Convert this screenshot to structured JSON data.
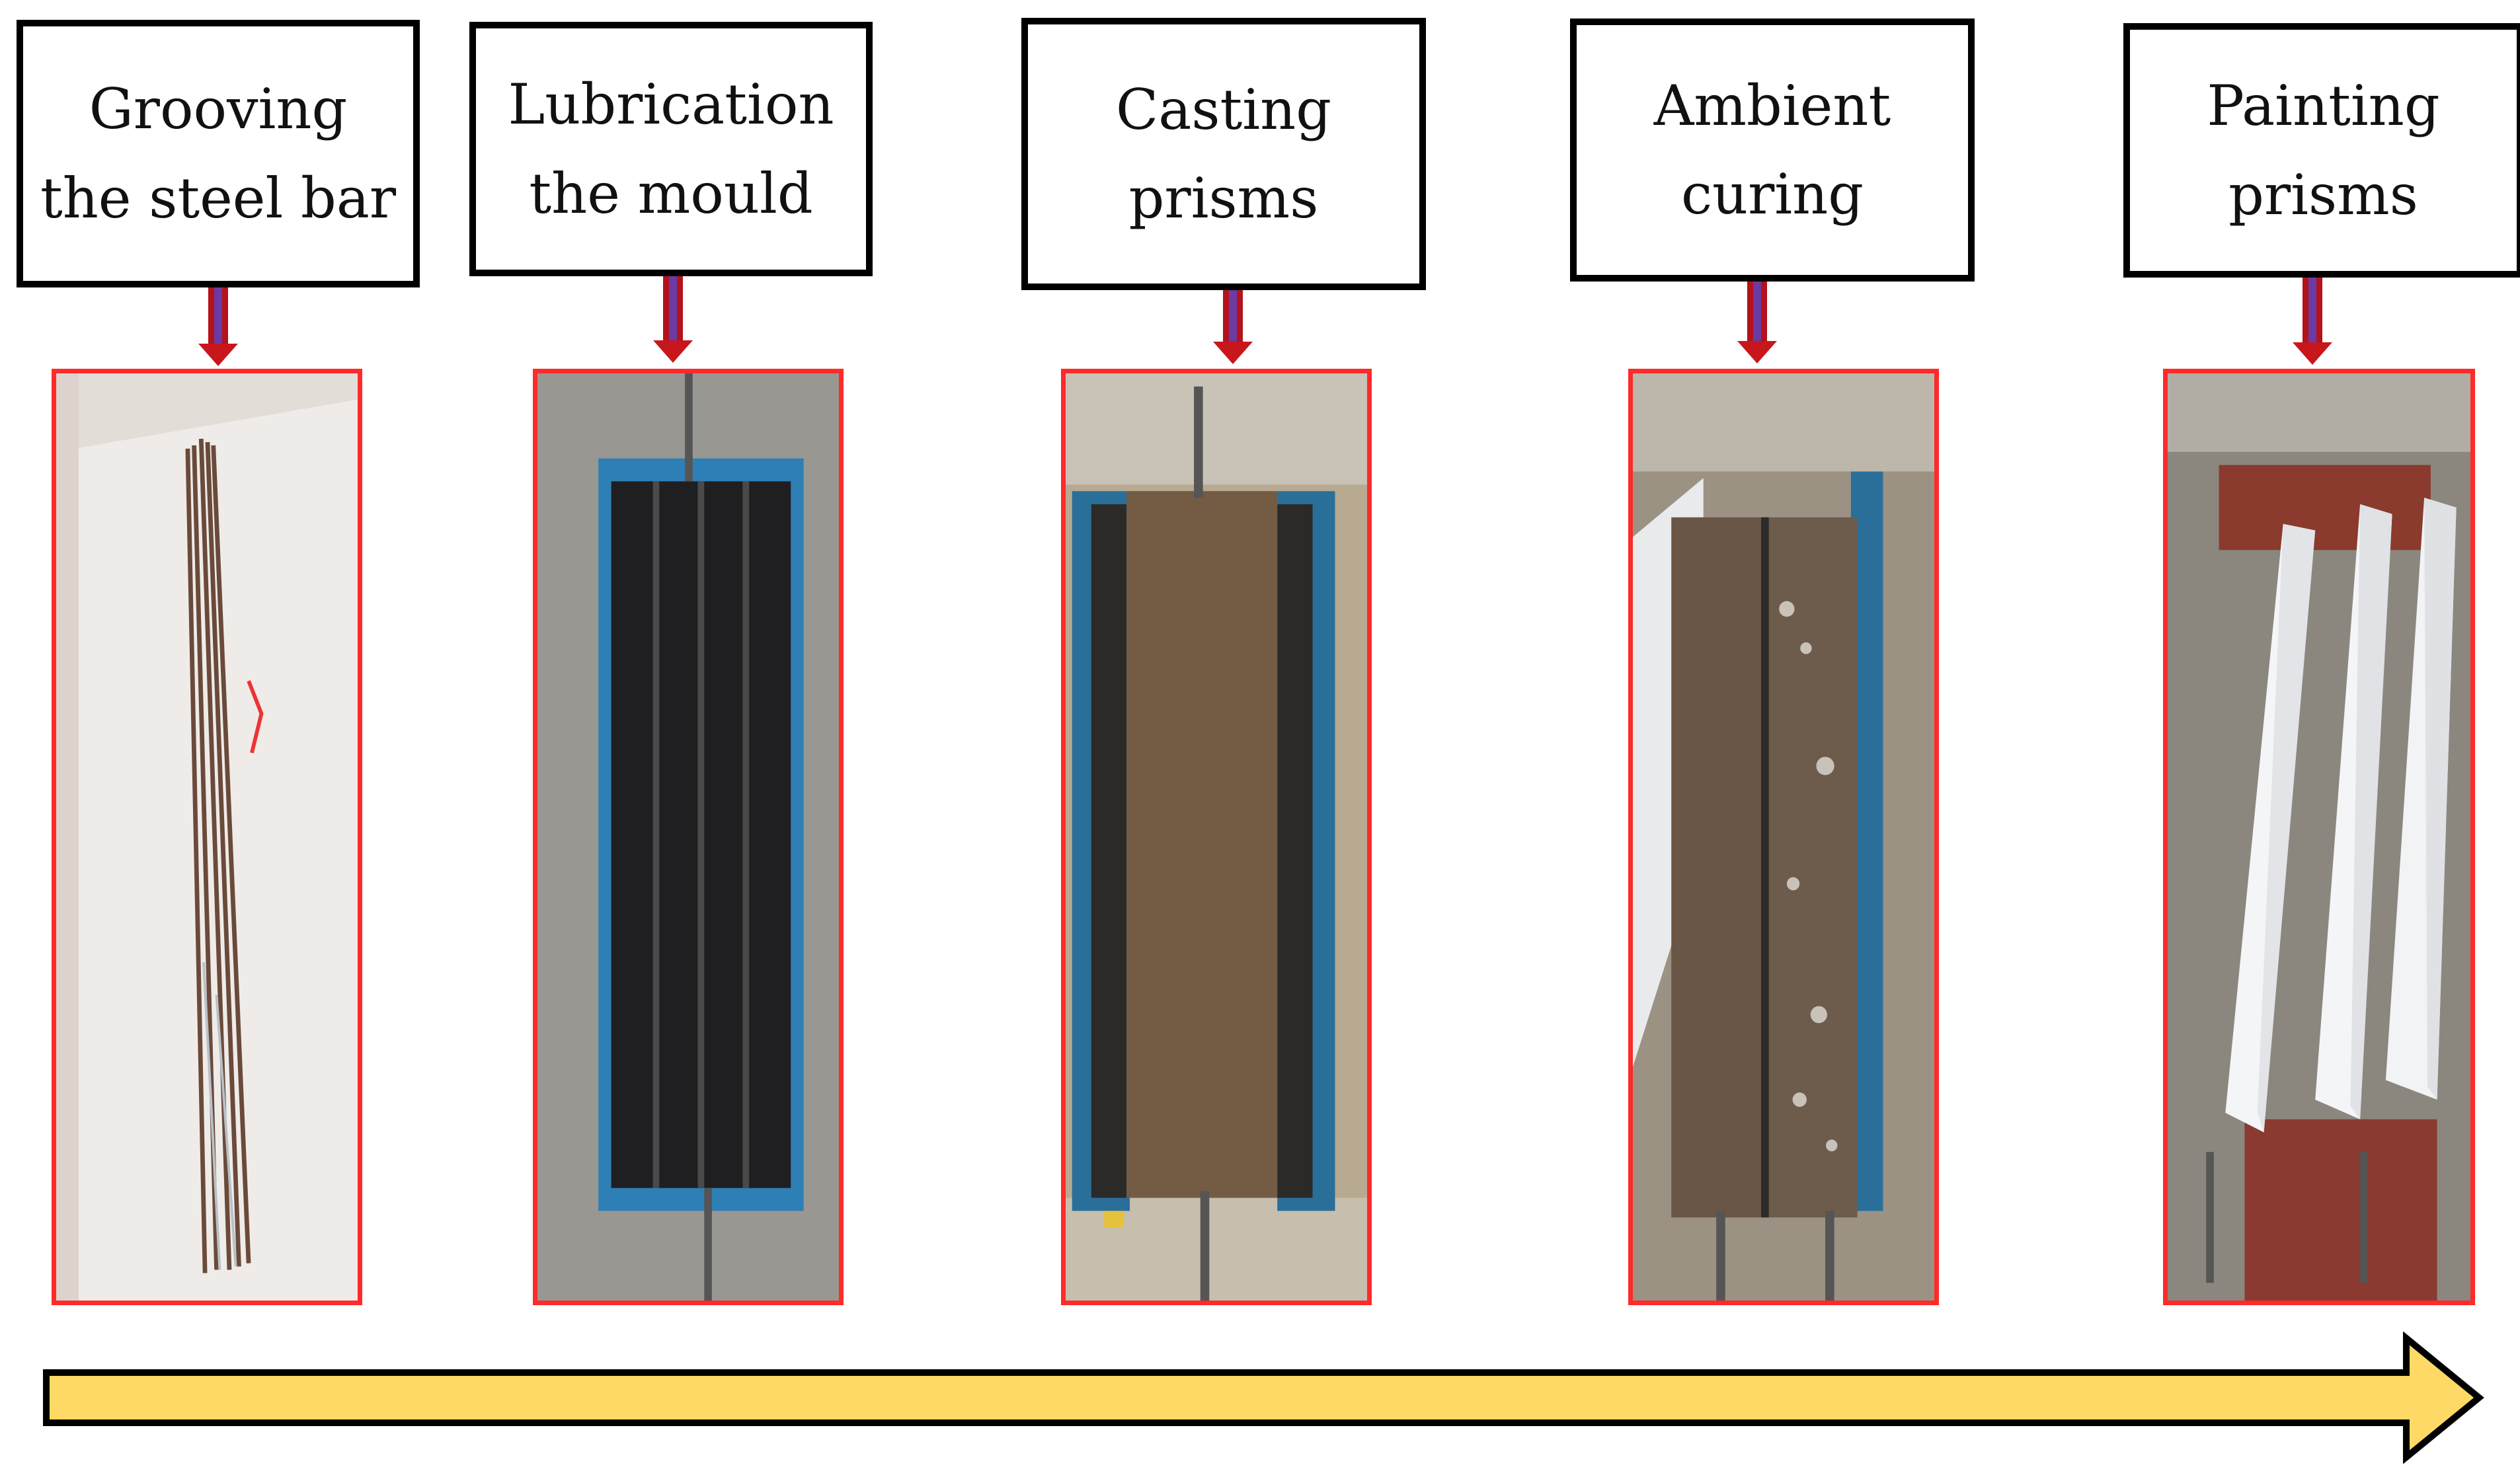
{
  "steps": [
    {
      "id": "grooving",
      "label": "Grooving\nthe steel bar"
    },
    {
      "id": "lubrication",
      "label": "Lubrication\nthe mould"
    },
    {
      "id": "casting",
      "label": "Casting\nprisms"
    },
    {
      "id": "curing",
      "label": "Ambient\ncuring"
    },
    {
      "id": "painting",
      "label": "Painting\nprisms"
    }
  ],
  "colors": {
    "box_border": "#000000",
    "photo_border": "#ff2a2a",
    "connector_red": "#b3121b",
    "connector_purple": "#6b3aa3",
    "timeline_fill": "#ffd966",
    "timeline_stroke": "#000000"
  }
}
